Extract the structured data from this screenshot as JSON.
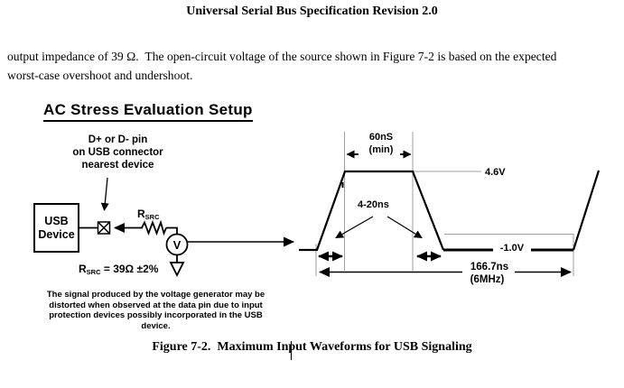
{
  "page": {
    "title": "Universal Serial Bus Specification Revision 2.0",
    "body": "output impedance of 39 Ω.  The open-circuit voltage of the source shown in Figure 7-2 is based on the expected\nworst-case overshoot and undershoot.",
    "figure_caption": "Figure 7-2.  Maximum Input Waveforms for USB Signaling"
  },
  "setup": {
    "heading": "AC Stress Evaluation Setup",
    "pin_label": "D+ or D- pin\non USB connector\nnearest device",
    "usb_device": "USB\nDevice",
    "resistor": {
      "base": "R",
      "sub": "SRC"
    },
    "source": "V",
    "resistor_value": {
      "base": "R",
      "sub": "SRC",
      "rest": " = 39Ω ±2%"
    },
    "note": "The signal produced by the voltage generator may be\ndistorted when observed at the data pin due to input\nprotection devices possibly incorporated in the USB\ndevice."
  },
  "waveform": {
    "pulse_width": "60nS",
    "pulse_width_qualifier": "(min)",
    "high_voltage": "4.6V",
    "transition_time": "4-20ns",
    "low_voltage": "-1.0V",
    "period": "166.7ns",
    "frequency": "(6MHz)"
  }
}
